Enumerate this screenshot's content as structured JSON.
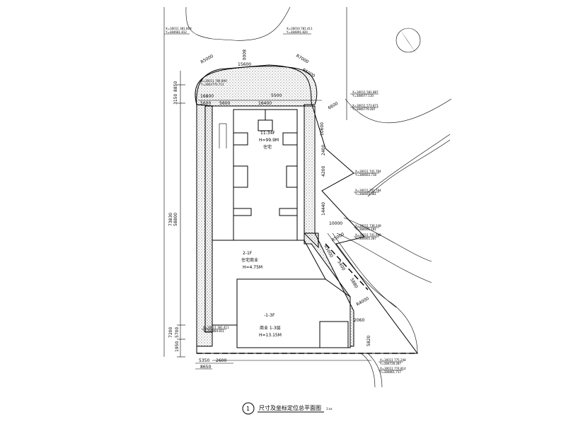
{
  "dimensions": {
    "total_height": "73830",
    "main_height": "58800",
    "top_a": "8850",
    "top_b": "3150",
    "bot_a": "7200",
    "bot_b": "5700",
    "bot_c": "1950",
    "bottom_a": "5350",
    "bottom_b": "2600",
    "bottom_total": "8650",
    "top_w1": "16800",
    "top_w2": "5600",
    "top_w3": "5600",
    "top_w4": "16400",
    "top_w5": "5500",
    "arc_r1": "15600",
    "arc_r2": "8000",
    "arc_r3": "R7000",
    "arc_r4": "R5000",
    "arc_r5": "R5000",
    "right_a": "6600",
    "right_b": "10600",
    "right_c": "2400",
    "right_d": "4200",
    "right_e": "14440",
    "right_f": "10000",
    "right_g": "2060",
    "right_h": "5820",
    "diag_a": "5400",
    "diag_b": "5880",
    "diag_c": "R5000",
    "diag_d": "R5000",
    "diag_e": "R4000"
  },
  "buildings": {
    "tower_label_1": "11-34F",
    "tower_label_2": "H=99.9M",
    "tower_label_3": "住宅",
    "podium_label_1": "2-1F",
    "podium_label_2": "住宅商业",
    "podium_label_3": "H=4.75M",
    "south_label_1": "-1-3F",
    "south_label_2": "商业 1-3层",
    "south_label_3": "H=13.15M"
  },
  "coordinates": {
    "c1_x": "X=30011 381.818",
    "c1_y": "Y=384681.812",
    "c2_x": "X=30010 781.411",
    "c2_y": "Y=384891.820",
    "c3_x": "X=30011 784.890",
    "c3_y": "Y=3824770.712",
    "c4_x": "X=30011 581.887",
    "c4_y": "Y=384677.110",
    "c5_x": "X=30011 573.871",
    "c5_y": "Y=3846779.287",
    "c6_x": "X=30011 741.784",
    "c6_y": "Y=384663.718",
    "c7_x": "X=30011 741.784",
    "c7_y": "Y=384664.381",
    "c8_x": "X=30011 738.248",
    "c8_y": "Y=384661.181",
    "c9_x": "X=30011 741.988",
    "c9_y": "Y=384665.287",
    "c10_x": "X=30011 381.411",
    "c10_y": "Y=384884.811",
    "c11_x": "X=30011 775.248",
    "c11_y": "Y=384728.287",
    "c12_x": "X=30011 774.814",
    "c12_y": "Y=384861.717"
  },
  "footer": {
    "number": "1",
    "title": "尺寸及坐标定位总平面图",
    "scale": "1:xx"
  }
}
